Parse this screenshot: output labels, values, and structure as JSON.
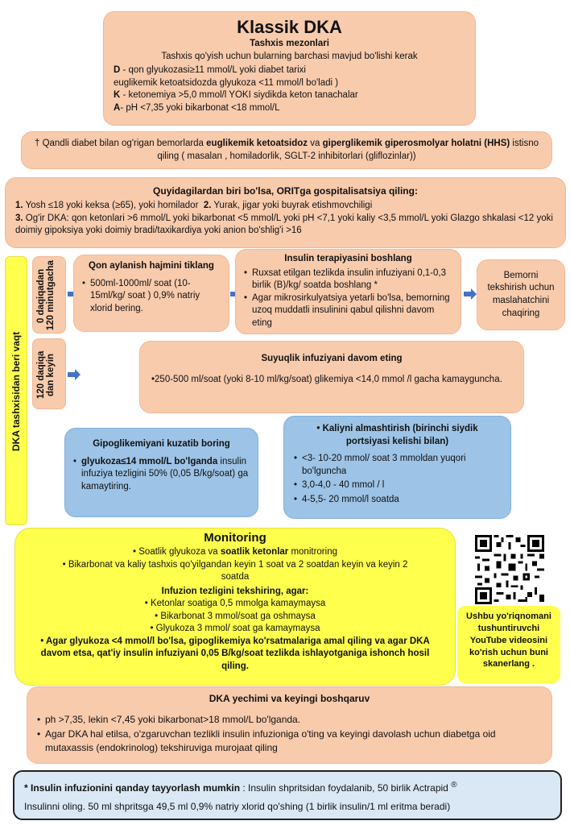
{
  "klassik": {
    "title": "Klassik DKA",
    "subtitle": "Tashxis mezonlari",
    "intro": "Tashxis qo'yish uchun bularning barchasi mavjud bo'lishi kerak",
    "d_prefix": "D",
    "d_text": " - qon glyukozasi≥11 mmol/L yoki diabet tarixi",
    "d_text2": "euglikemik ketoatsidozda glyukoza <11 mmol/l bo'ladi )",
    "k_prefix": "K",
    "k_text": " - ketonemiya >5,0 mmol/l YOKI siydikda keton tanachalar",
    "a_prefix": "A",
    "a_text": "- pH <7,35  yoki bikarbonat <18 mmol/L"
  },
  "note": {
    "p1": "† Qandli diabet bilan og'rigan bemorlarda ",
    "b1": "euglikemik ketoatsidoz",
    "p2": " va ",
    "b2": "giperglikemik giperosmolyar holatni (HHS)",
    "p3": " istisno qiling ( masalan , homiladorlik, SGLT-2 inhibitorlari (gliflozinlar))"
  },
  "hospital": {
    "title": "Quyidagilardan biri bo'lsa, ORITga gospitalisatsiya qiling:",
    "l1_num": "1.",
    "l1": " Yosh ≤18  yoki keksa (≥65),  yoki homilador",
    "l2_num": "2.",
    "l2": " Yurak, jigar yoki buyrak etishmovchiligi",
    "l3_num": "3.",
    "l3": " Og'ir DKA: qon ketonlari >6 mmol/L yoki bikarbonat <5 mmol/L yoki pH <7,1  yoki kaliy <3,5 mmol/L yoki Glazgo shkalasi <12 yoki doimiy gipoksiya yoki doimiy bradi/taxikardiya yoki anion bo'shlig'i >16"
  },
  "side_label": "DKA tashxisidan beri vaqt",
  "time1": "0  daqiqadan 120 minutgacha",
  "time2": "120 daqiqa dan keyin",
  "volume": {
    "title": "Qon aylanish hajmini tiklang",
    "item": "500ml-1000ml/ soat (10-15ml/kg/ soat ) 0,9% natriy xlorid bering."
  },
  "insulin": {
    "title": "Insulin terapiyasini boshlang",
    "items": [
      "Ruxsat etilgan tezlikda insulin infuziyani 0,1-0,3 birlik (B)/kg/ soatda boshlang *",
      "Agar mikrosirkulyatsiya yetarli bo'lsa, bemorning uzoq muddatli insulinini qabul qilishni davom eting"
    ]
  },
  "consult": "Bemorni tekshirish uchun maslahatchini chaqiring",
  "fluid": {
    "title": "Suyuqlik infuziyani davom eting",
    "text": "•250-500  ml/soat (yoki 8-10 ml/kg/soat) glikemiya <14,0 mmol /l gacha kamayguncha."
  },
  "hypo": {
    "title": "Gipoglikemiyani kuzatib boring",
    "bold": "glyukoza≤14 mmol/L bo'lganda",
    "text": " insulin infuziya tezligini 50% (0,05 B/kg/soat) ga kamaytiring."
  },
  "potassium": {
    "title": "Kaliyni almashtirish (birinchi siydik portsiyasi kelishi bilan)",
    "items": [
      "<3- 10-20 mmol/ soat 3 mmoldan yuqori bo'lguncha",
      "3,0-4,0 - 40 mmol / l",
      "4-5,5- 20 mmol/l soatda"
    ]
  },
  "monitoring": {
    "title": "Monitoring",
    "i1a": "Soatlik glyukoza va ",
    "i1b": "soatlik ketonlar",
    "i1c": " monitroring",
    "i2": "Bikarbonat va kaliy tashxis qo'yilgandan keyin 1 soat va 2 soatdan keyin va keyin 2 soatda",
    "sub": "Infuzion tezligini tekshiring, agar:",
    "checks": [
      "Ketonlar soatiga 0,5 mmolga kamaymaysa",
      "Bikarbonat 3 mmol/soat ga oshmaysa",
      "Glyukoza 3 mmol/ soat ga kamaymaysa"
    ],
    "warn": "Agar glyukoza <4 mmol/l bo'lsa, gipoglikemiya ko'rsatmalariga amal qiling va agar DKA davom etsa, qat'iy insulin infuziyani 0,05 B/kg/soat tezlikda ishlayotganiga ishonch hosil qiling."
  },
  "qr_caption": "Ushbu yo'riqnomani tushuntiruvchi YouTube videosini ko'rish uchun buni skanerlang .",
  "resolution": {
    "title": "DKA yechimi va keyingi boshqaruv",
    "items": [
      "ph >7,35, lekin <7,45 yoki bikarbonat>18  mmol/L  bo'lganda.",
      "Agar DKA hal etilsa, o'zgaruvchan tezlikli insulin infuzioniga o'ting va keyingi davolash uchun diabetga oid mutaxassis (endokrinolog) tekshiruviga murojaat qiling"
    ]
  },
  "footer": {
    "star": "*",
    "bold": " Insulin infuzionini qanday tayyorlash mumkin",
    "p1": " : Insulin shpritsidan foydalanib, 50 birlik Actrapid",
    "reg": "®",
    "p2": "Insulinni oling. 50 ml  shpritsga 49,5 ml 0,9% natriy xlorid qo'shing (1 birlik insulin/1 ml eritma beradi)"
  },
  "colors": {
    "peach": "#f8cbad",
    "yellow": "#ffff4d",
    "blue": "#9dc3e6",
    "arrow": "#4472c4"
  },
  "icons": [
    "arrow-right-icon",
    "qr-code-icon"
  ]
}
